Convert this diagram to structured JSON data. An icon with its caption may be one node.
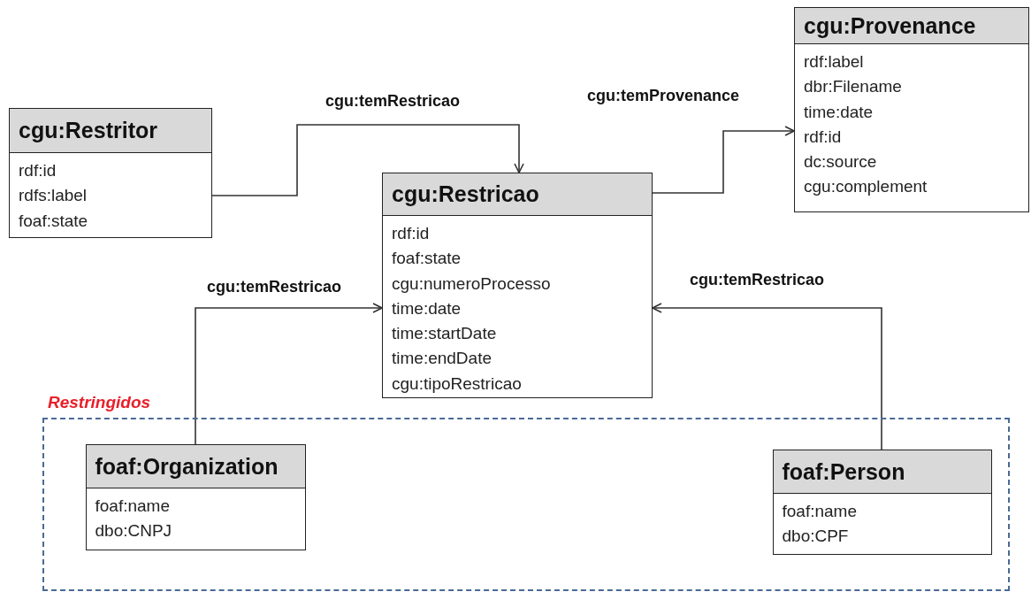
{
  "diagram": {
    "nodes": [
      {
        "text": [
          "cgu:Provenance",
          "rdf:label",
          "dbr:Filename",
          "time:date",
          "rdf:id",
          "dc:source",
          "cgu:complement"
        ]
      },
      {
        "text": [
          "cgu:Restritor",
          "rdf:id",
          "rdfs:label",
          "foaf:state"
        ]
      },
      {
        "text": [
          "cgu:Restricao",
          "rdf:id",
          "foaf:state",
          "cgu:numeroProcesso",
          "time:date",
          "time:startDate",
          "time:endDate",
          "cgu:tipoRestricao"
        ]
      },
      {
        "text": [
          "Restringidos"
        ]
      },
      {
        "text": [
          "foaf:Organization",
          "foaf:name",
          "dbo:CNPJ"
        ],
        "in": 3
      },
      {
        "text": [
          "foaf:Person",
          "foaf:name",
          "dbo:CPF"
        ],
        "in": 3
      }
    ],
    "edges": [
      {
        "from": 1,
        "to": 2,
        "arrow": "to",
        "label": "cgu:temRestricao"
      },
      {
        "from": 2,
        "to": 0,
        "arrow": "to",
        "label": "cgu:temProvenance"
      },
      {
        "from": 4,
        "to": 2,
        "arrow": "to",
        "label": "cgu:temRestricao"
      },
      {
        "from": 5,
        "to": 2,
        "arrow": "to",
        "label": "cgu:temRestricao"
      }
    ]
  }
}
